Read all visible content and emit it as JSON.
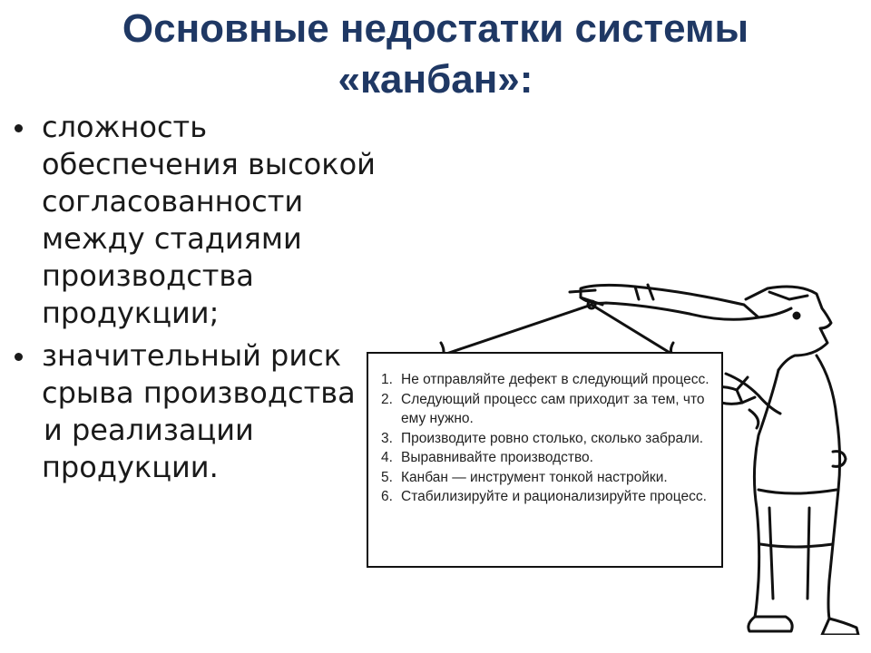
{
  "slide": {
    "title_lines": [
      "Основные недостатки системы",
      "«канбан»:"
    ],
    "bullets": [
      {
        "lines": [
          "сложность",
          "обеспечения высокой",
          "согласованности",
          "между стадиями",
          "производства",
          "продукции;"
        ]
      },
      {
        "lines": [
          "значительный риск",
          "срыва производства",
          "и реализации",
          "продукции."
        ]
      }
    ]
  },
  "sign": {
    "rules": [
      {
        "num": "1.",
        "text": "Не отправляйте дефект в следующий процесс."
      },
      {
        "num": "2.",
        "text": "Следующий процесс сам приходит за тем, что ему нужно."
      },
      {
        "num": "3.",
        "text": "Производите ровно столько, сколько забрали."
      },
      {
        "num": "4.",
        "text": "Выравнивайте производство."
      },
      {
        "num": "5.",
        "text": "Канбан — инструмент тонкой настройки."
      },
      {
        "num": "6.",
        "text": "Стабилизируйте и рационализируйте процесс."
      }
    ]
  }
}
